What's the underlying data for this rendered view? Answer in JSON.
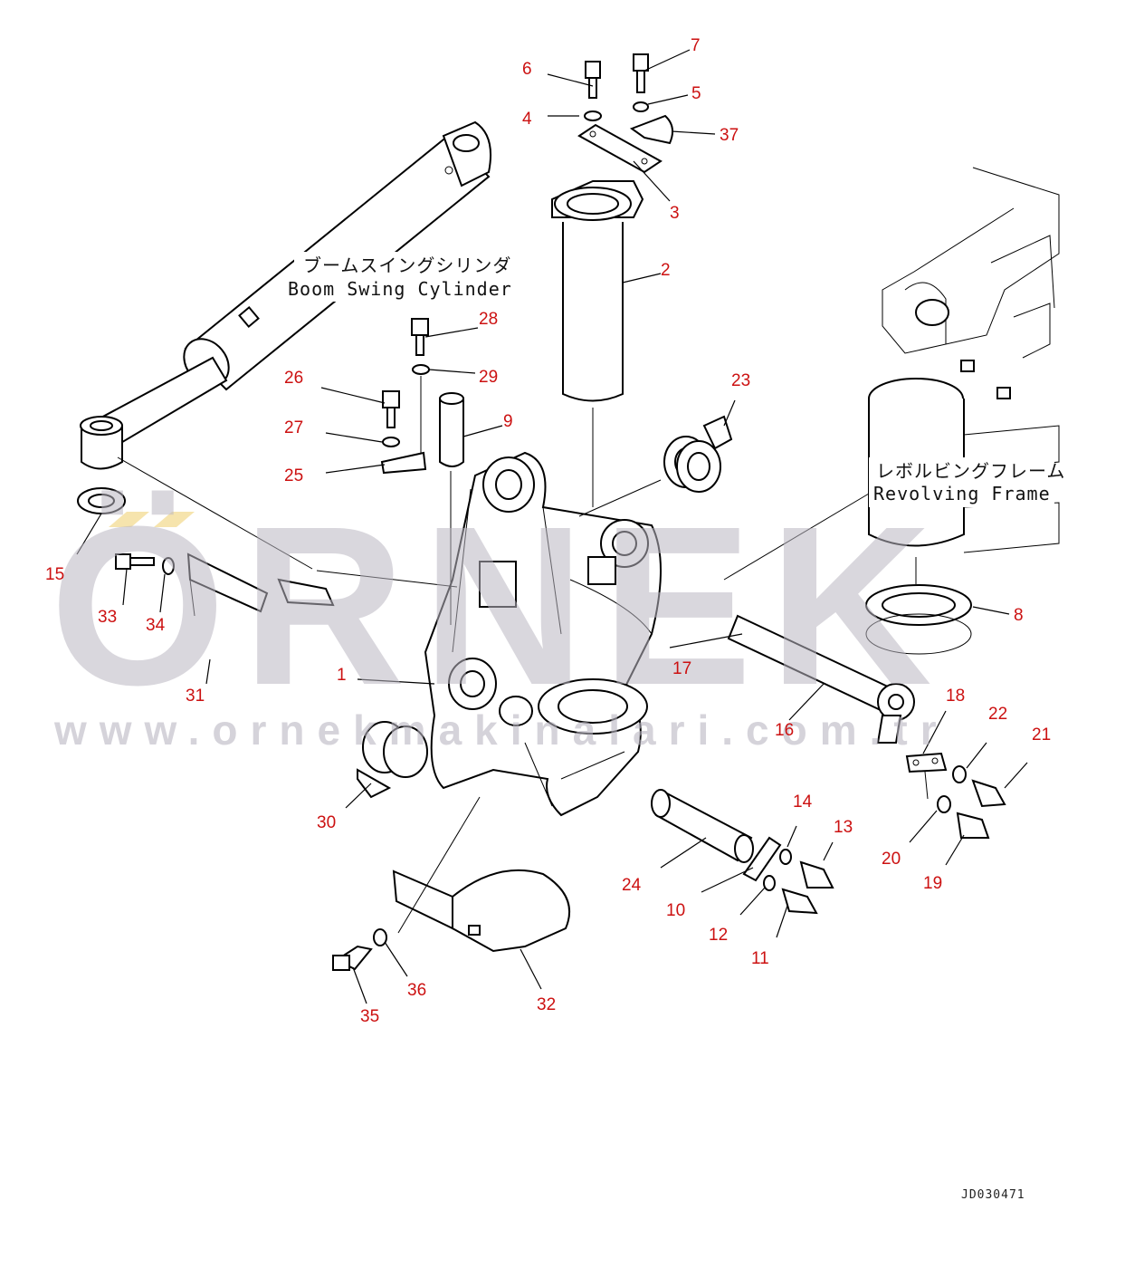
{
  "labels": {
    "boom_swing_jp": "ブームスイングシリンダ",
    "boom_swing_en": "Boom Swing Cylinder",
    "revolving_jp": "レボルビングフレーム",
    "revolving_en": "Revolving Frame"
  },
  "watermark": {
    "brand": "ÖRNEK",
    "url": "www.ornekmakinalari.com.tr"
  },
  "drawing_code": "JD030471",
  "colors": {
    "callout": "#cc1111",
    "watermark": "#b9b6c1",
    "accent": "#f2d98a"
  },
  "callouts": [
    {
      "id": "c1",
      "text": "1"
    },
    {
      "id": "c2",
      "text": "2"
    },
    {
      "id": "c3",
      "text": "3"
    },
    {
      "id": "c4",
      "text": "4"
    },
    {
      "id": "c5",
      "text": "5"
    },
    {
      "id": "c6",
      "text": "6"
    },
    {
      "id": "c7",
      "text": "7"
    },
    {
      "id": "c8",
      "text": "8"
    },
    {
      "id": "c9",
      "text": "9"
    },
    {
      "id": "c10",
      "text": "10"
    },
    {
      "id": "c11",
      "text": "11"
    },
    {
      "id": "c12",
      "text": "12"
    },
    {
      "id": "c13",
      "text": "13"
    },
    {
      "id": "c14",
      "text": "14"
    },
    {
      "id": "c15",
      "text": "15"
    },
    {
      "id": "c16",
      "text": "16"
    },
    {
      "id": "c17",
      "text": "17"
    },
    {
      "id": "c18",
      "text": "18"
    },
    {
      "id": "c19",
      "text": "19"
    },
    {
      "id": "c20",
      "text": "20"
    },
    {
      "id": "c21",
      "text": "21"
    },
    {
      "id": "c22",
      "text": "22"
    },
    {
      "id": "c23",
      "text": "23"
    },
    {
      "id": "c24",
      "text": "24"
    },
    {
      "id": "c25",
      "text": "25"
    },
    {
      "id": "c26",
      "text": "26"
    },
    {
      "id": "c27",
      "text": "27"
    },
    {
      "id": "c28",
      "text": "28"
    },
    {
      "id": "c29",
      "text": "29"
    },
    {
      "id": "c30",
      "text": "30"
    },
    {
      "id": "c31",
      "text": "31"
    },
    {
      "id": "c32",
      "text": "32"
    },
    {
      "id": "c33",
      "text": "33"
    },
    {
      "id": "c34",
      "text": "34"
    },
    {
      "id": "c35",
      "text": "35"
    },
    {
      "id": "c36",
      "text": "36"
    },
    {
      "id": "c37",
      "text": "37"
    }
  ]
}
